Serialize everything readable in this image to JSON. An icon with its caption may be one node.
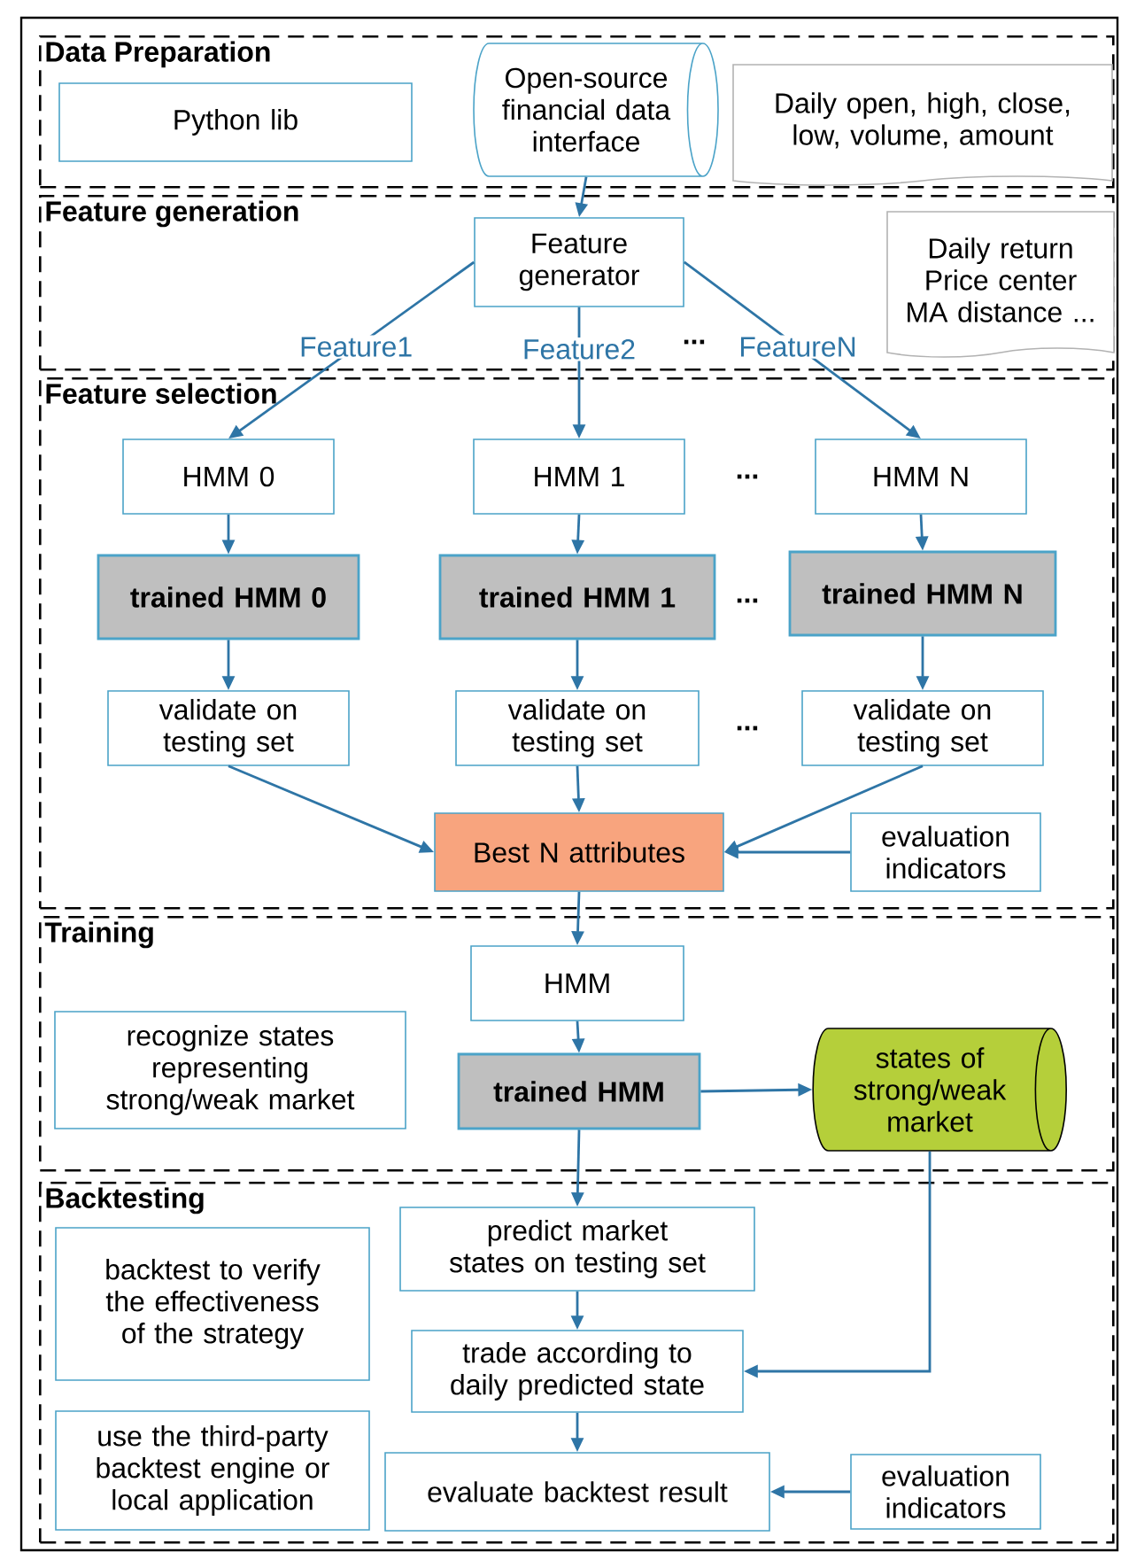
{
  "diagram": {
    "nodes": [
      {
        "text": [
          "Data Preparation"
        ]
      },
      {
        "text": [
          "Python lib"
        ],
        "in": 0
      },
      {
        "text": [
          "Open-source financial data interface"
        ],
        "in": 0
      },
      {
        "text": [
          "Daily open, high, close, low, volume, amount"
        ],
        "in": 0
      },
      {
        "text": [
          "Feature generation"
        ]
      },
      {
        "text": [
          "Feature generator"
        ],
        "in": 4
      },
      {
        "text": [
          "Daily return Price center MA distance ..."
        ],
        "in": 4
      },
      {
        "text": [
          "Feature selection"
        ]
      },
      {
        "text": [
          "HMM 0"
        ],
        "in": 7
      },
      {
        "text": [
          "HMM 1"
        ],
        "in": 7
      },
      {
        "text": [
          "HMM N"
        ],
        "in": 7
      },
      {
        "text": [
          "trained HMM 0"
        ],
        "in": 7
      },
      {
        "text": [
          "trained HMM 1"
        ],
        "in": 7
      },
      {
        "text": [
          "trained HMM N"
        ],
        "in": 7
      },
      {
        "text": [
          "validate on testing set"
        ],
        "in": 7
      },
      {
        "text": [
          "validate on testing set"
        ],
        "in": 7
      },
      {
        "text": [
          "validate on testing set"
        ],
        "in": 7
      },
      {
        "text": [
          "Best N attributes"
        ],
        "in": 7
      },
      {
        "text": [
          "evaluation indicators"
        ],
        "in": 7
      },
      {
        "text": [
          "Training"
        ]
      },
      {
        "text": [
          "HMM"
        ],
        "in": 19
      },
      {
        "text": [
          "recognize states representing strong/weak market"
        ],
        "in": 19
      },
      {
        "text": [
          "trained HMM"
        ],
        "in": 19
      },
      {
        "text": [
          "states of strong/weak market"
        ],
        "in": 19
      },
      {
        "text": [
          "Backtesting"
        ]
      },
      {
        "text": [
          "backtest to verify the effectiveness of the strategy"
        ],
        "in": 24
      },
      {
        "text": [
          "predict market states on testing set"
        ],
        "in": 24
      },
      {
        "text": [
          "use the third-party backtest engine or local application"
        ],
        "in": 24
      },
      {
        "text": [
          "trade according to daily predicted state"
        ],
        "in": 24
      },
      {
        "text": [
          "evaluate backtest result"
        ],
        "in": 24
      },
      {
        "text": [
          "evaluation indicators"
        ],
        "in": 24
      }
    ],
    "edges": [
      {
        "from": 2,
        "to": 5,
        "arrow": "to"
      },
      {
        "from": 5,
        "to": 8,
        "arrow": "to",
        "label": "Feature1"
      },
      {
        "from": 5,
        "to": 9,
        "arrow": "to",
        "label": "Feature2"
      },
      {
        "from": 5,
        "to": 10,
        "arrow": "to",
        "label": "FeatureN"
      },
      {
        "from": 8,
        "to": 11,
        "arrow": "to"
      },
      {
        "from": 9,
        "to": 12,
        "arrow": "to"
      },
      {
        "from": 10,
        "to": 13,
        "arrow": "to"
      },
      {
        "from": 11,
        "to": 14,
        "arrow": "to"
      },
      {
        "from": 12,
        "to": 15,
        "arrow": "to"
      },
      {
        "from": 13,
        "to": 16,
        "arrow": "to"
      },
      {
        "from": 14,
        "to": 17,
        "arrow": "to"
      },
      {
        "from": 15,
        "to": 17,
        "arrow": "to"
      },
      {
        "from": 16,
        "to": 17,
        "arrow": "to"
      },
      {
        "from": 18,
        "to": 17,
        "arrow": "to"
      },
      {
        "from": 17,
        "to": 20,
        "arrow": "to"
      },
      {
        "from": 20,
        "to": 22,
        "arrow": "to"
      },
      {
        "from": 22,
        "to": 23,
        "arrow": "to"
      },
      {
        "from": 22,
        "to": 26,
        "arrow": "to"
      },
      {
        "from": 23,
        "to": 28,
        "arrow": "to"
      },
      {
        "from": 26,
        "to": 28,
        "arrow": "to"
      },
      {
        "from": 28,
        "to": 29,
        "arrow": "to"
      },
      {
        "from": 30,
        "to": 29,
        "arrow": "to"
      }
    ],
    "labels": [
      "...",
      "...",
      "...",
      "..."
    ]
  }
}
